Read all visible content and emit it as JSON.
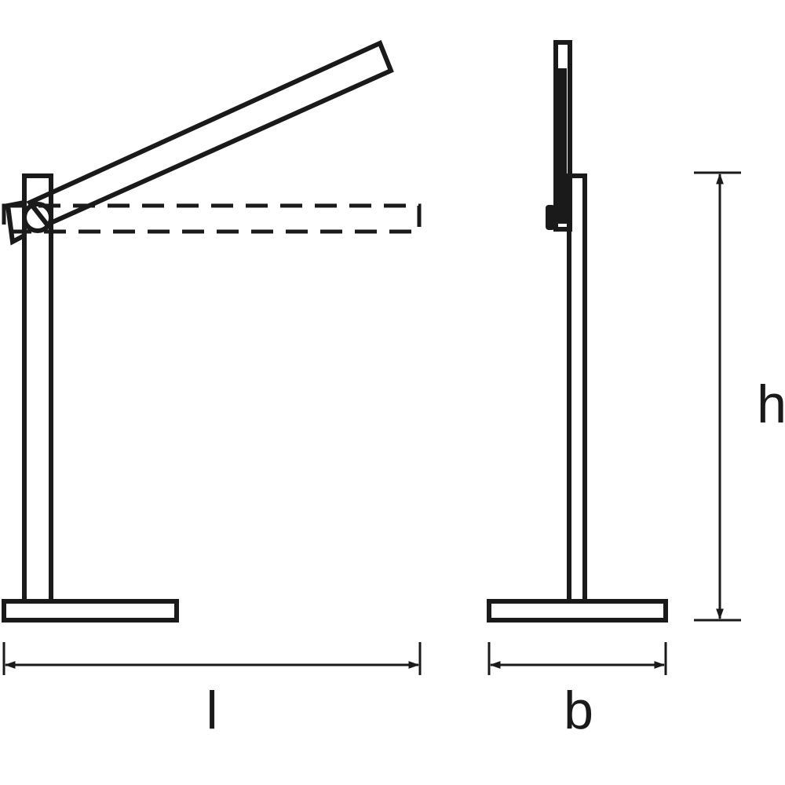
{
  "labels": {
    "length": "l",
    "width": "b",
    "height": "h"
  },
  "colors": {
    "line": "#1a1a1a",
    "background": "#ffffff"
  }
}
